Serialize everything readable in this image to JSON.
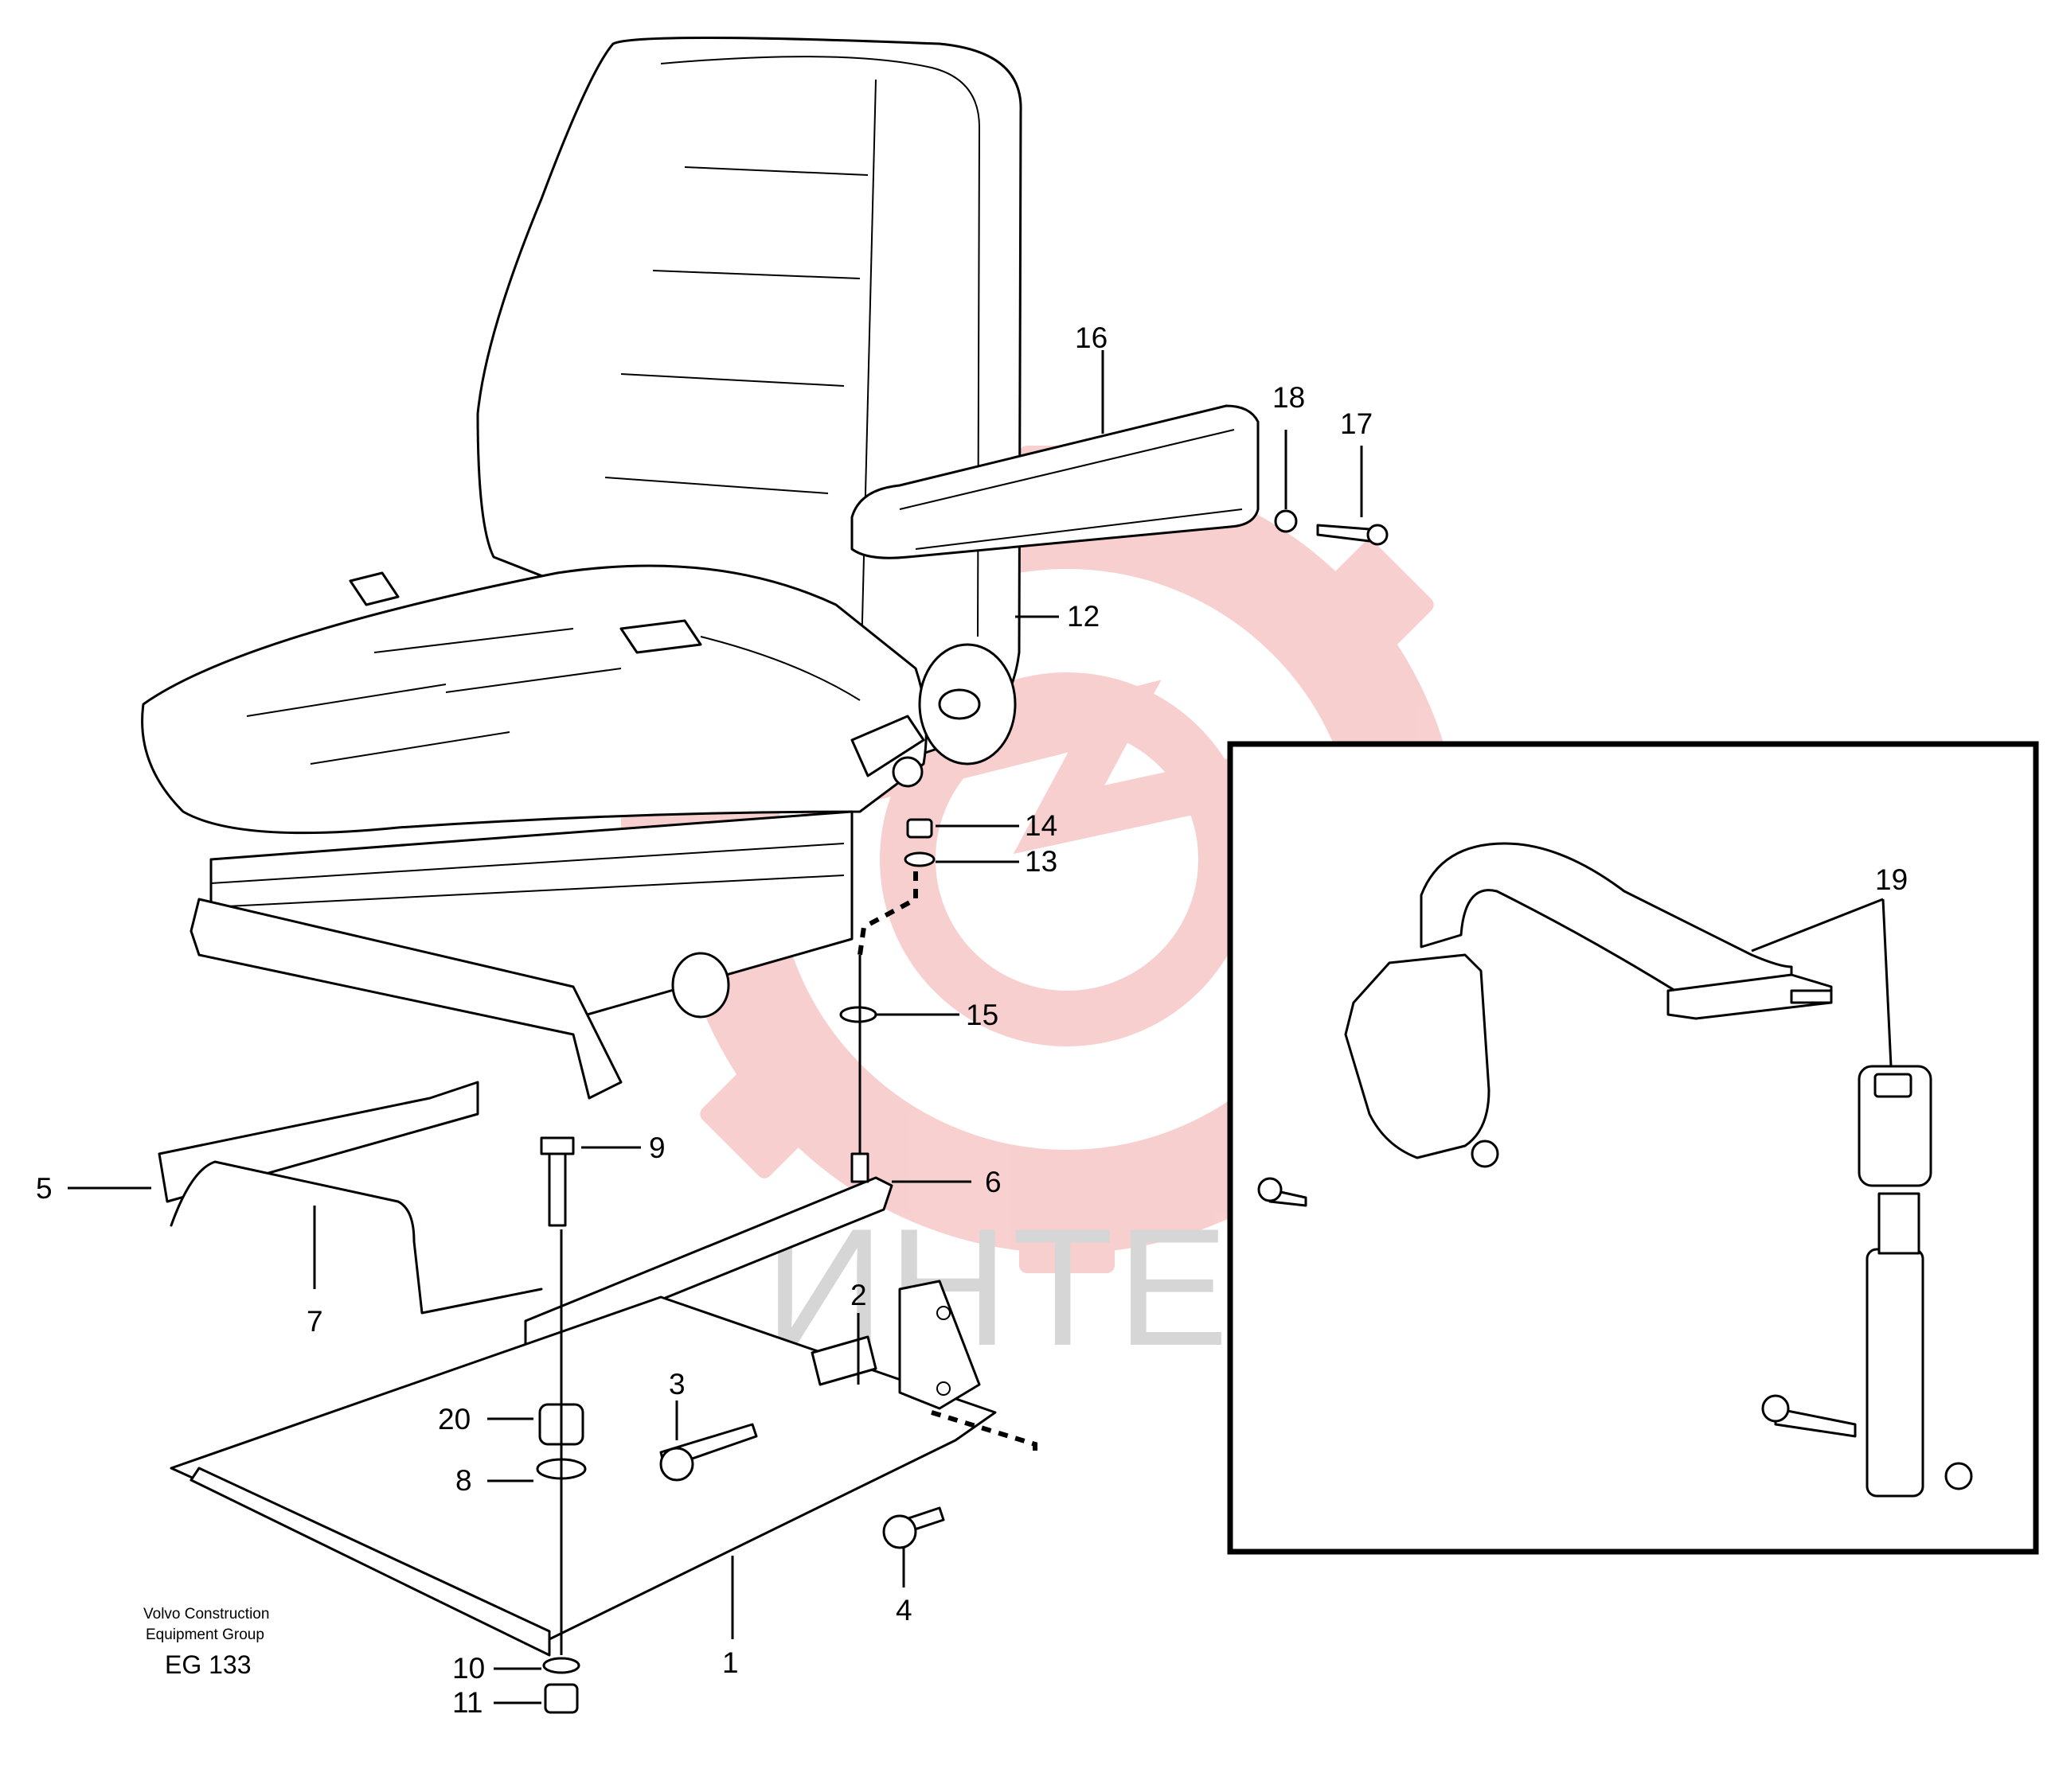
{
  "caption": {
    "line1": "Volvo Construction",
    "line2": "Equipment Group",
    "code": "EG 133"
  },
  "watermark": {
    "text": "ИНТЕХ",
    "logo_color": "#f5b5b5"
  },
  "callouts": [
    {
      "id": "c1",
      "label": "1"
    },
    {
      "id": "c2",
      "label": "2"
    },
    {
      "id": "c3",
      "label": "3"
    },
    {
      "id": "c4",
      "label": "4"
    },
    {
      "id": "c5",
      "label": "5"
    },
    {
      "id": "c6",
      "label": "6"
    },
    {
      "id": "c7",
      "label": "7"
    },
    {
      "id": "c8",
      "label": "8"
    },
    {
      "id": "c9",
      "label": "9"
    },
    {
      "id": "c10",
      "label": "10"
    },
    {
      "id": "c11",
      "label": "11"
    },
    {
      "id": "c12",
      "label": "12"
    },
    {
      "id": "c13",
      "label": "13"
    },
    {
      "id": "c14",
      "label": "14"
    },
    {
      "id": "c15",
      "label": "15"
    },
    {
      "id": "c16",
      "label": "16"
    },
    {
      "id": "c17",
      "label": "17"
    },
    {
      "id": "c18",
      "label": "18"
    },
    {
      "id": "c19",
      "label": "19"
    },
    {
      "id": "c20",
      "label": "20"
    }
  ]
}
